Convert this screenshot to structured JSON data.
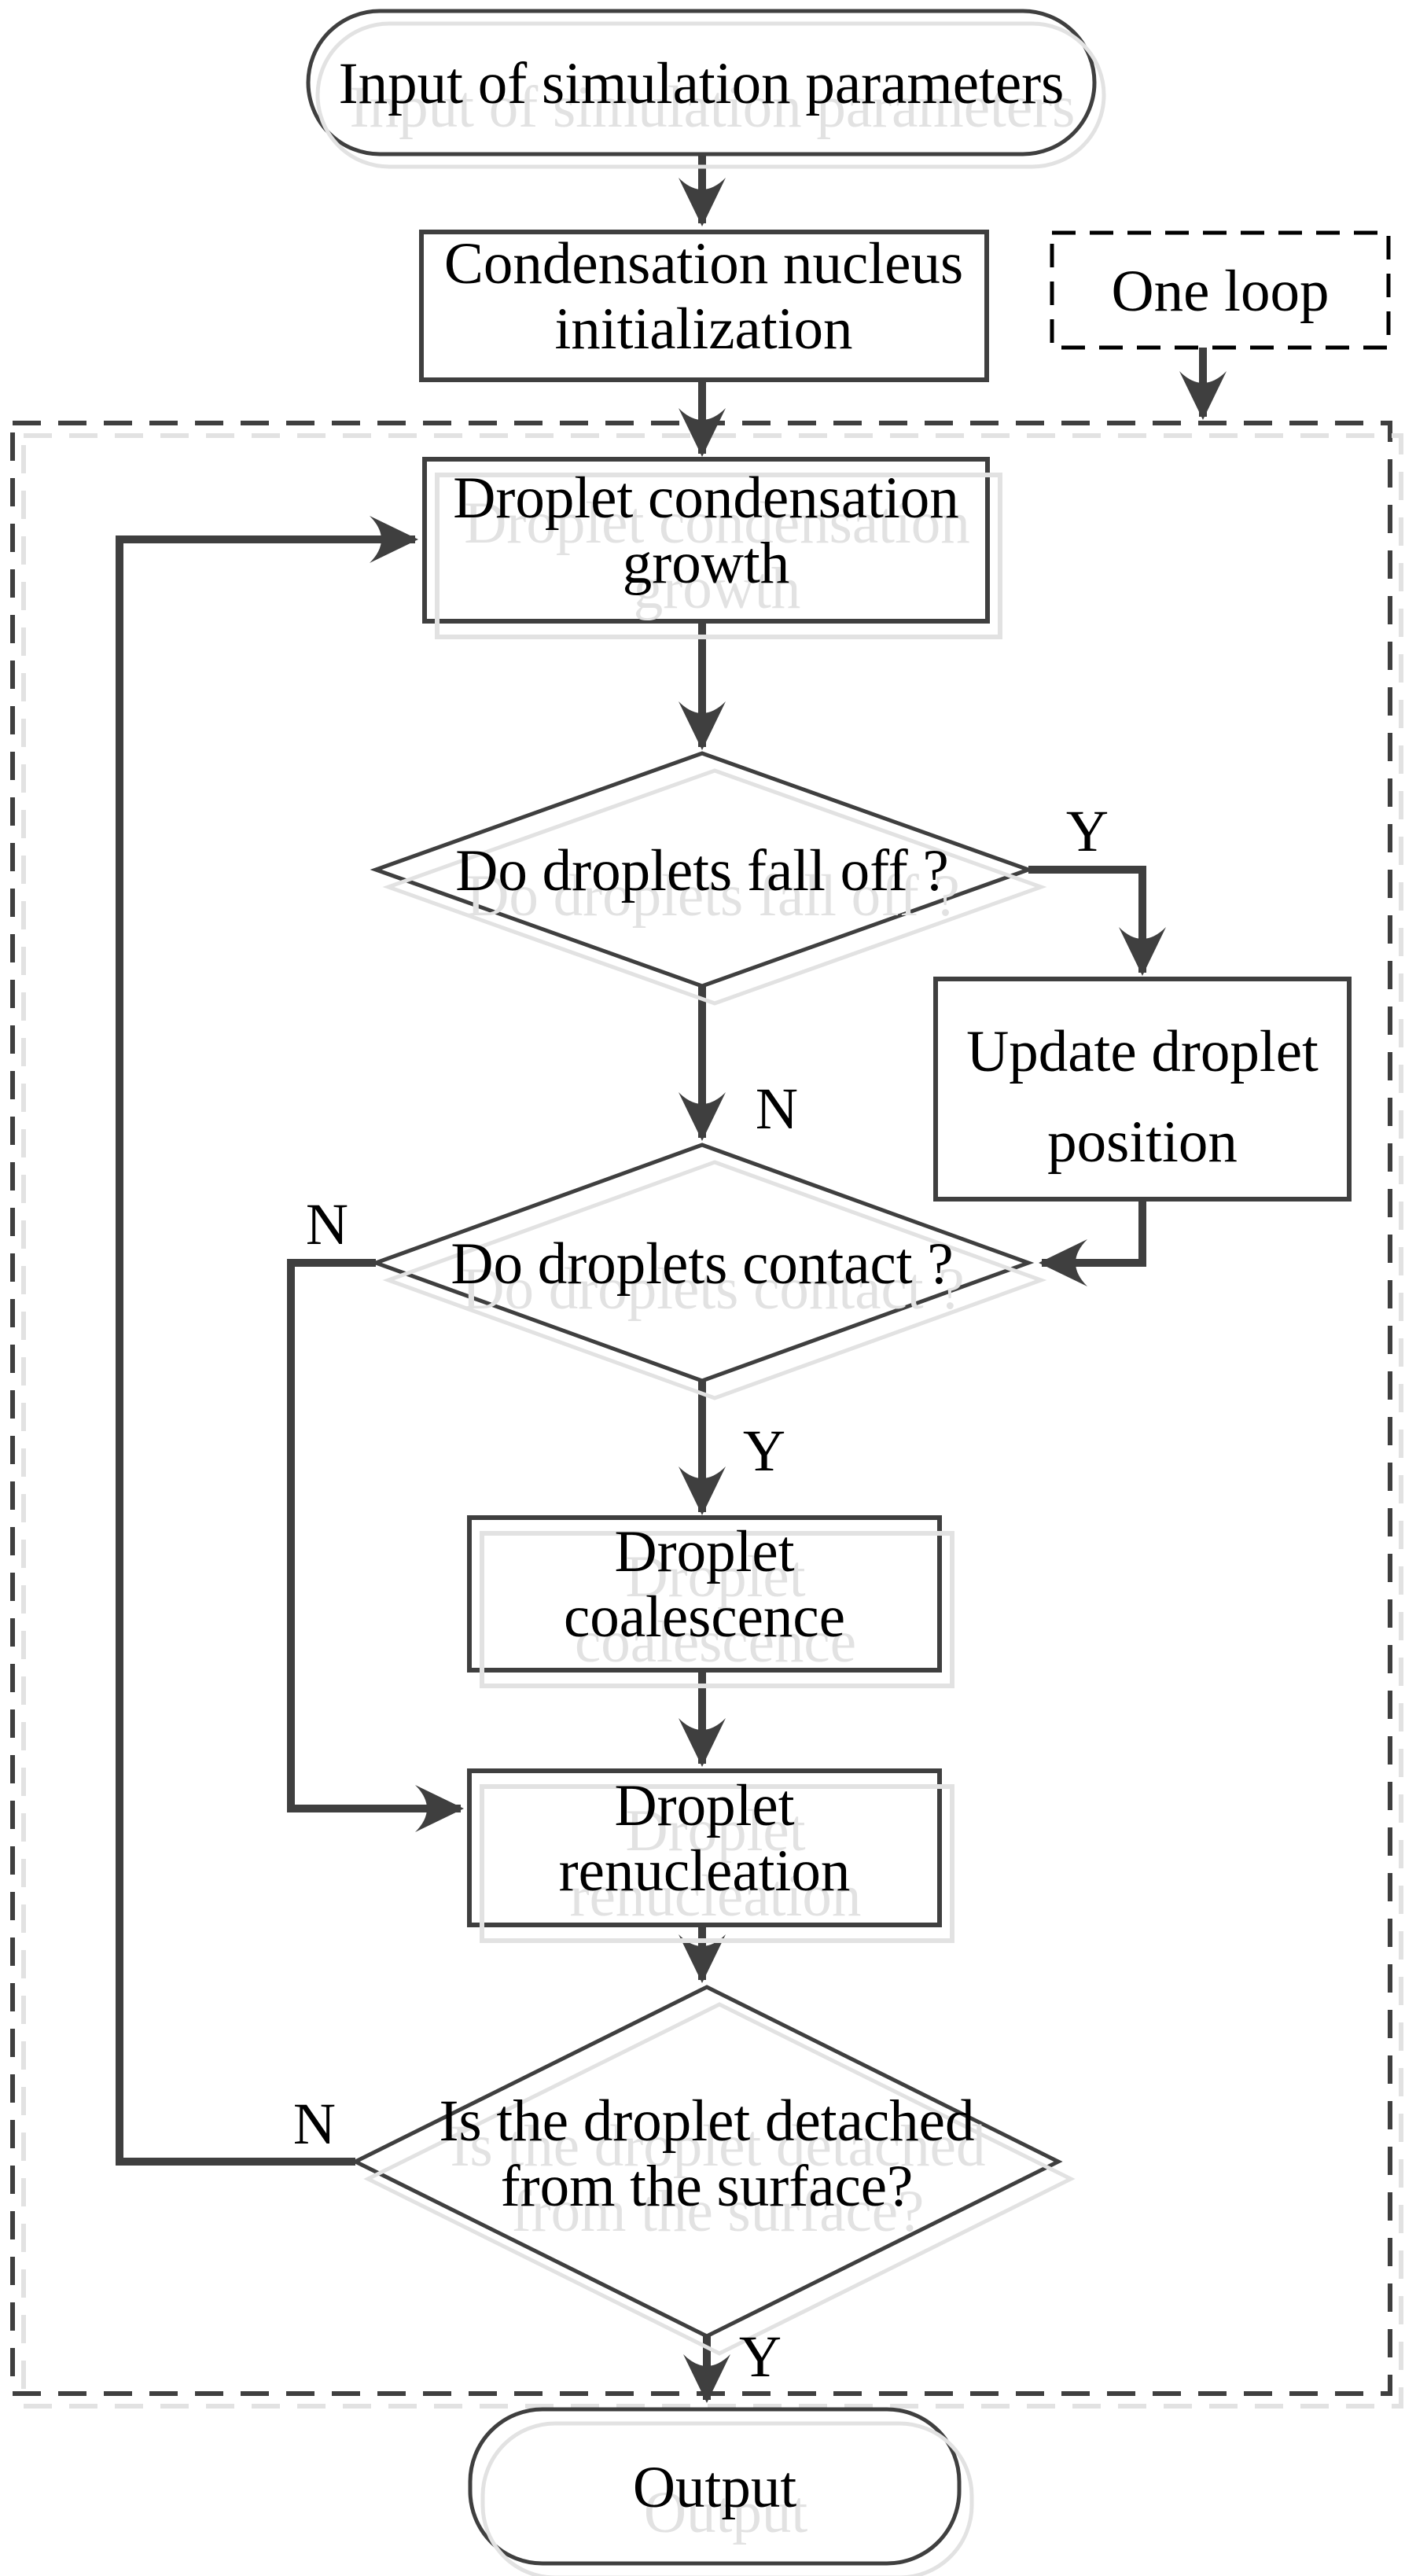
{
  "figure": {
    "type": "flowchart",
    "background": "#ffffff",
    "colors": {
      "line": "#3f3f3f",
      "shadow": "#e2e2e2",
      "text": "#000000"
    },
    "nodes": {
      "start": {
        "shape": "terminator",
        "label": "Input of simulation parameters"
      },
      "init": {
        "shape": "process",
        "line1": "Condensation nucleus",
        "line2": "initialization"
      },
      "one_loop": {
        "shape": "dashed-annotation",
        "label": "One loop"
      },
      "growth": {
        "shape": "process",
        "line1": "Droplet condensation",
        "line2": "growth"
      },
      "fall_off": {
        "shape": "decision",
        "label": "Do droplets fall off ?"
      },
      "update_position": {
        "shape": "process",
        "line1": "Update droplet",
        "line2": "position"
      },
      "contact": {
        "shape": "decision",
        "label": "Do droplets contact ?"
      },
      "coalescence": {
        "shape": "process",
        "line1": "Droplet",
        "line2": "coalescence"
      },
      "renucleation": {
        "shape": "process",
        "line1": "Droplet",
        "line2": "renucleation"
      },
      "detached": {
        "shape": "decision",
        "line1": "Is the droplet detached",
        "line2": "from the surface?"
      },
      "output": {
        "shape": "terminator",
        "label": "Output"
      }
    },
    "branch_labels": {
      "fall_off_yes": "Y",
      "fall_off_no": "N",
      "contact_no": "N",
      "contact_yes": "Y",
      "detached_no": "N",
      "detached_yes": "Y"
    }
  }
}
